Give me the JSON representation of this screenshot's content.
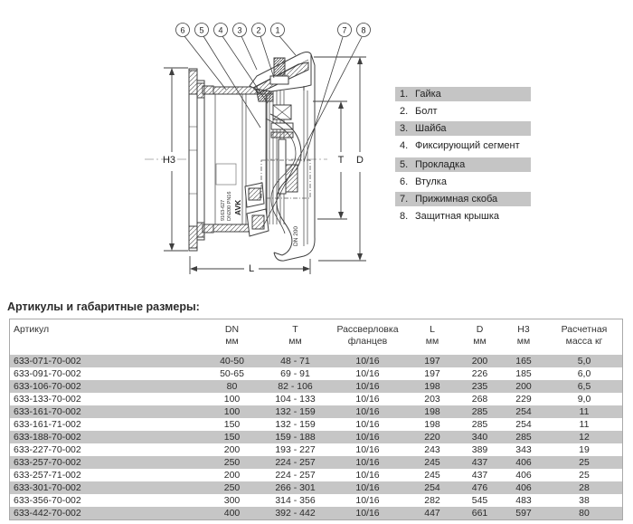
{
  "diagram": {
    "callouts": [
      "6",
      "5",
      "4",
      "3",
      "2",
      "1",
      "7",
      "8"
    ],
    "dims": {
      "h3": "H3",
      "t": "T",
      "d": "D",
      "l": "L"
    },
    "markings": {
      "bell": "DN 200",
      "body_code": "9163-627",
      "body_spec": "DN200 PN16",
      "logo": "AVK"
    }
  },
  "legend": {
    "items": [
      {
        "num": "1.",
        "label": "Гайка",
        "shaded": true
      },
      {
        "num": "2.",
        "label": "Болт",
        "shaded": false
      },
      {
        "num": "3.",
        "label": "Шайба",
        "shaded": true
      },
      {
        "num": "4.",
        "label": "Фиксирующий сегмент",
        "shaded": false
      },
      {
        "num": "5.",
        "label": "Прокладка",
        "shaded": true
      },
      {
        "num": "6.",
        "label": "Втулка",
        "shaded": false
      },
      {
        "num": "7.",
        "label": "Прижимная скоба",
        "shaded": true
      },
      {
        "num": "8.",
        "label": "Защитная крышка",
        "shaded": false
      }
    ]
  },
  "table": {
    "title": "Артикулы и габаритные размеры:",
    "columns": [
      {
        "l1": "Артикул",
        "l2": ""
      },
      {
        "l1": "DN",
        "l2": "мм"
      },
      {
        "l1": "T",
        "l2": "мм"
      },
      {
        "l1": "Рассверловка",
        "l2": "фланцев"
      },
      {
        "l1": "L",
        "l2": "мм"
      },
      {
        "l1": "D",
        "l2": "мм"
      },
      {
        "l1": "H3",
        "l2": "мм"
      },
      {
        "l1": "Расчетная",
        "l2": "масса кг"
      }
    ],
    "rows": [
      [
        "633-071-70-002",
        "40-50",
        "48 - 71",
        "10/16",
        "197",
        "200",
        "165",
        "5,0"
      ],
      [
        "633-091-70-002",
        "50-65",
        "69 - 91",
        "10/16",
        "197",
        "226",
        "185",
        "6,0"
      ],
      [
        "633-106-70-002",
        "80",
        "82 - 106",
        "10/16",
        "198",
        "235",
        "200",
        "6,5"
      ],
      [
        "633-133-70-002",
        "100",
        "104 - 133",
        "10/16",
        "203",
        "268",
        "229",
        "9,0"
      ],
      [
        "633-161-70-002",
        "100",
        "132 - 159",
        "10/16",
        "198",
        "285",
        "254",
        "11"
      ],
      [
        "633-161-71-002",
        "150",
        "132 - 159",
        "10/16",
        "198",
        "285",
        "254",
        "11"
      ],
      [
        "633-188-70-002",
        "150",
        "159 - 188",
        "10/16",
        "220",
        "340",
        "285",
        "12"
      ],
      [
        "633-227-70-002",
        "200",
        "193 - 227",
        "10/16",
        "243",
        "389",
        "343",
        "19"
      ],
      [
        "633-257-70-002",
        "250",
        "224 - 257",
        "10/16",
        "245",
        "437",
        "406",
        "25"
      ],
      [
        "633-257-71-002",
        "200",
        "224 - 257",
        "10/16",
        "245",
        "437",
        "406",
        "25"
      ],
      [
        "633-301-70-002",
        "250",
        "266 - 301",
        "10/16",
        "254",
        "476",
        "406",
        "28"
      ],
      [
        "633-356-70-002",
        "300",
        "314 - 356",
        "10/16",
        "282",
        "545",
        "483",
        "38"
      ],
      [
        "633-442-70-002",
        "400",
        "392 - 442",
        "10/16",
        "447",
        "661",
        "597",
        "80"
      ]
    ]
  },
  "colors": {
    "shade": "#c6c6c6",
    "legend_shade": "#c5c5c5",
    "line": "#3f3f3f"
  }
}
